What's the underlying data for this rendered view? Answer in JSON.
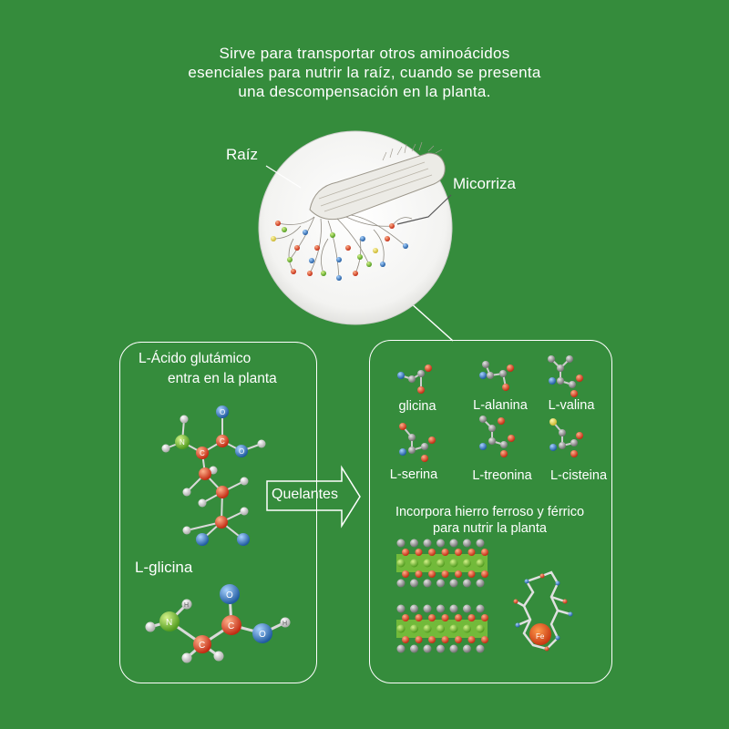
{
  "intro_text": "Sirve para transportar otros aminoácidos esenciales para nutrir la raíz, cuando se presenta una descompensación en la planta.",
  "callouts": {
    "root": "Raíz",
    "mycorrhiza": "Micorriza"
  },
  "left_panel": {
    "title_line1": "L-Ácido glutámico",
    "title_line2": "entra en la planta",
    "glycine_label": "L-glicina",
    "atom_letters": {
      "nitrogen": "N",
      "carbon": "C",
      "oxygen": "O",
      "hydrogen": "H"
    }
  },
  "arrow_label": "Quelantes",
  "right_panel": {
    "amino_acids": [
      "glicina",
      "L-alanina",
      "L-valina",
      "L-serina",
      "L-treonina",
      "L-cisteina"
    ],
    "iron_line1": "Incorpora hierro ferroso y férrico",
    "iron_line2": "para nutrir la planta",
    "iron_symbol": "Fe"
  },
  "colors": {
    "background": "#358c3c",
    "panel_border": "#ffffff",
    "atom_oxygen": "#d9321a",
    "atom_nitrogen": "#2f6fb8",
    "atom_carbon": "#8a8a8a",
    "atom_hydrogen": "#cfcfcf",
    "atom_green": "#6bb82e",
    "atom_sulfur": "#e8d84a"
  }
}
